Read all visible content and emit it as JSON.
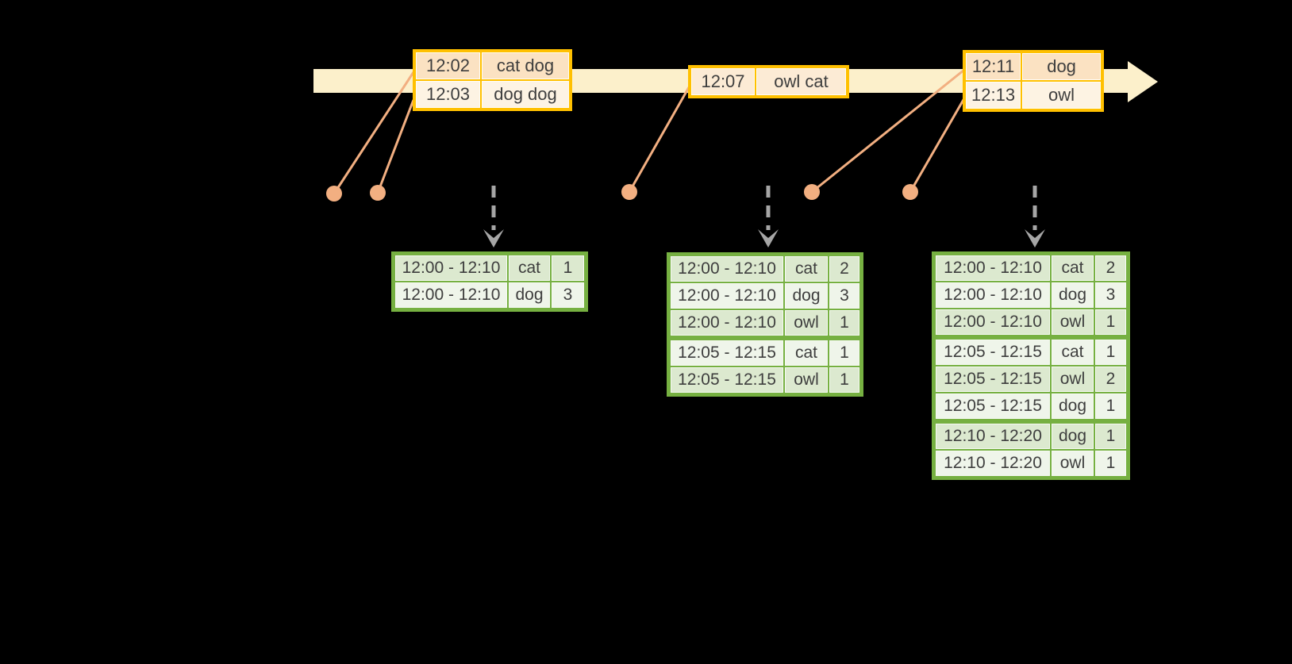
{
  "diagram": {
    "kind": "stream-windowed-count-timeline",
    "background": "#000000"
  },
  "event_tables": [
    {
      "name": "batch-12-02",
      "rows": [
        {
          "time": "12:02",
          "words": "cat dog"
        },
        {
          "time": "12:03",
          "words": "dog dog"
        }
      ]
    },
    {
      "name": "batch-12-07",
      "rows": [
        {
          "time": "12:07",
          "words": "owl cat"
        }
      ]
    },
    {
      "name": "batch-12-11",
      "rows": [
        {
          "time": "12:11",
          "words": "dog"
        },
        {
          "time": "12:13",
          "words": "owl"
        }
      ]
    }
  ],
  "result_tables": [
    {
      "name": "result-1",
      "rows": [
        [
          "12:00 - 12:10",
          "cat",
          "1"
        ],
        [
          "12:00 - 12:10",
          "dog",
          "3"
        ]
      ]
    },
    {
      "name": "result-2",
      "rows": [
        [
          "12:00 - 12:10",
          "cat",
          "2"
        ],
        [
          "12:00 - 12:10",
          "dog",
          "3"
        ],
        [
          "12:00 - 12:10",
          "owl",
          "1"
        ],
        [
          "12:05 - 12:15",
          "cat",
          "1"
        ],
        [
          "12:05 - 12:15",
          "owl",
          "1"
        ]
      ]
    },
    {
      "name": "result-3",
      "rows": [
        [
          "12:00 - 12:10",
          "cat",
          "2"
        ],
        [
          "12:00 - 12:10",
          "dog",
          "3"
        ],
        [
          "12:00 - 12:10",
          "owl",
          "1"
        ],
        [
          "12:05 - 12:15",
          "cat",
          "1"
        ],
        [
          "12:05 - 12:15",
          "owl",
          "2"
        ],
        [
          "12:05 - 12:15",
          "dog",
          "1"
        ],
        [
          "12:10 - 12:20",
          "dog",
          "1"
        ],
        [
          "12:10 - 12:20",
          "owl",
          "1"
        ]
      ]
    }
  ],
  "colors": {
    "timeline_band": "#fcf0cb",
    "event_border": "#ffc000",
    "event_row_dark": "#fbe2c2",
    "event_row_light": "#fdf3e3",
    "result_border": "#76b041",
    "result_row_dark": "#dce9cf",
    "result_row_light": "#eff5ea",
    "connector": "#f2af81",
    "trigger_arrow": "#a6a6a6",
    "text": "#3e3e3e"
  }
}
